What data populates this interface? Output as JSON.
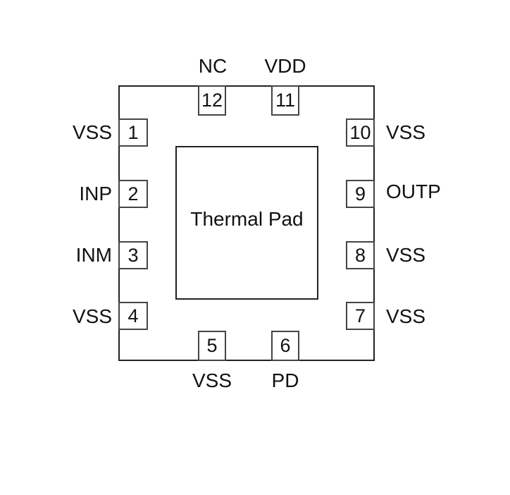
{
  "center_label": "Thermal Pad",
  "pins": {
    "p1": {
      "number": "1",
      "name": "VSS"
    },
    "p2": {
      "number": "2",
      "name": "INP"
    },
    "p3": {
      "number": "3",
      "name": "INM"
    },
    "p4": {
      "number": "4",
      "name": "VSS"
    },
    "p5": {
      "number": "5",
      "name": "VSS"
    },
    "p6": {
      "number": "6",
      "name": "PD"
    },
    "p7": {
      "number": "7",
      "name": "VSS"
    },
    "p8": {
      "number": "8",
      "name": "VSS"
    },
    "p9": {
      "number": "9",
      "name": "OUTP"
    },
    "p10": {
      "number": "10",
      "name": "VSS"
    },
    "p11": {
      "number": "11",
      "name": "VDD"
    },
    "p12": {
      "number": "12",
      "name": "NC"
    }
  }
}
